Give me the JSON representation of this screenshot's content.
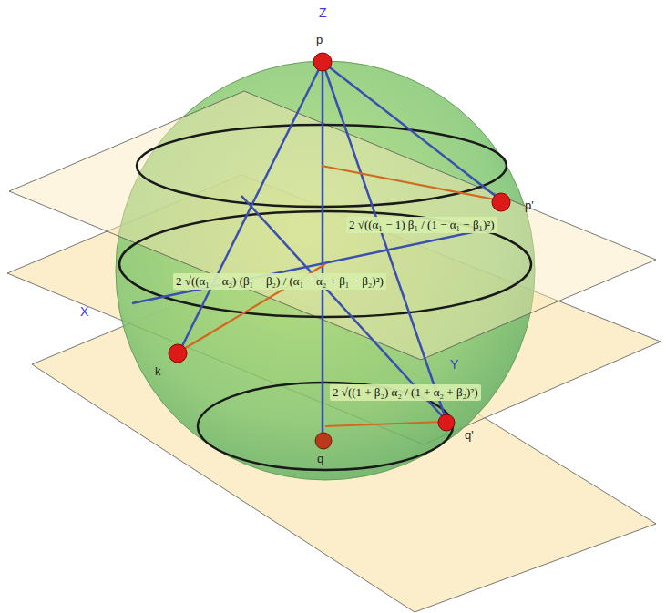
{
  "diagram": {
    "labels": [
      "Z",
      "p",
      "p'",
      "X",
      "k",
      "Y",
      "q",
      "q'",
      "2 √((α₁ − 1) β₁ / (1 − α₁ − β₁)²)",
      "2 √((α₁ − α₂) (β₁ − β₂) / (α₁ − α₂ + β₁ − β₂)²)",
      "2 √((1 + β₂) α₂ / (1 + α₂ + β₂)²)"
    ]
  }
}
